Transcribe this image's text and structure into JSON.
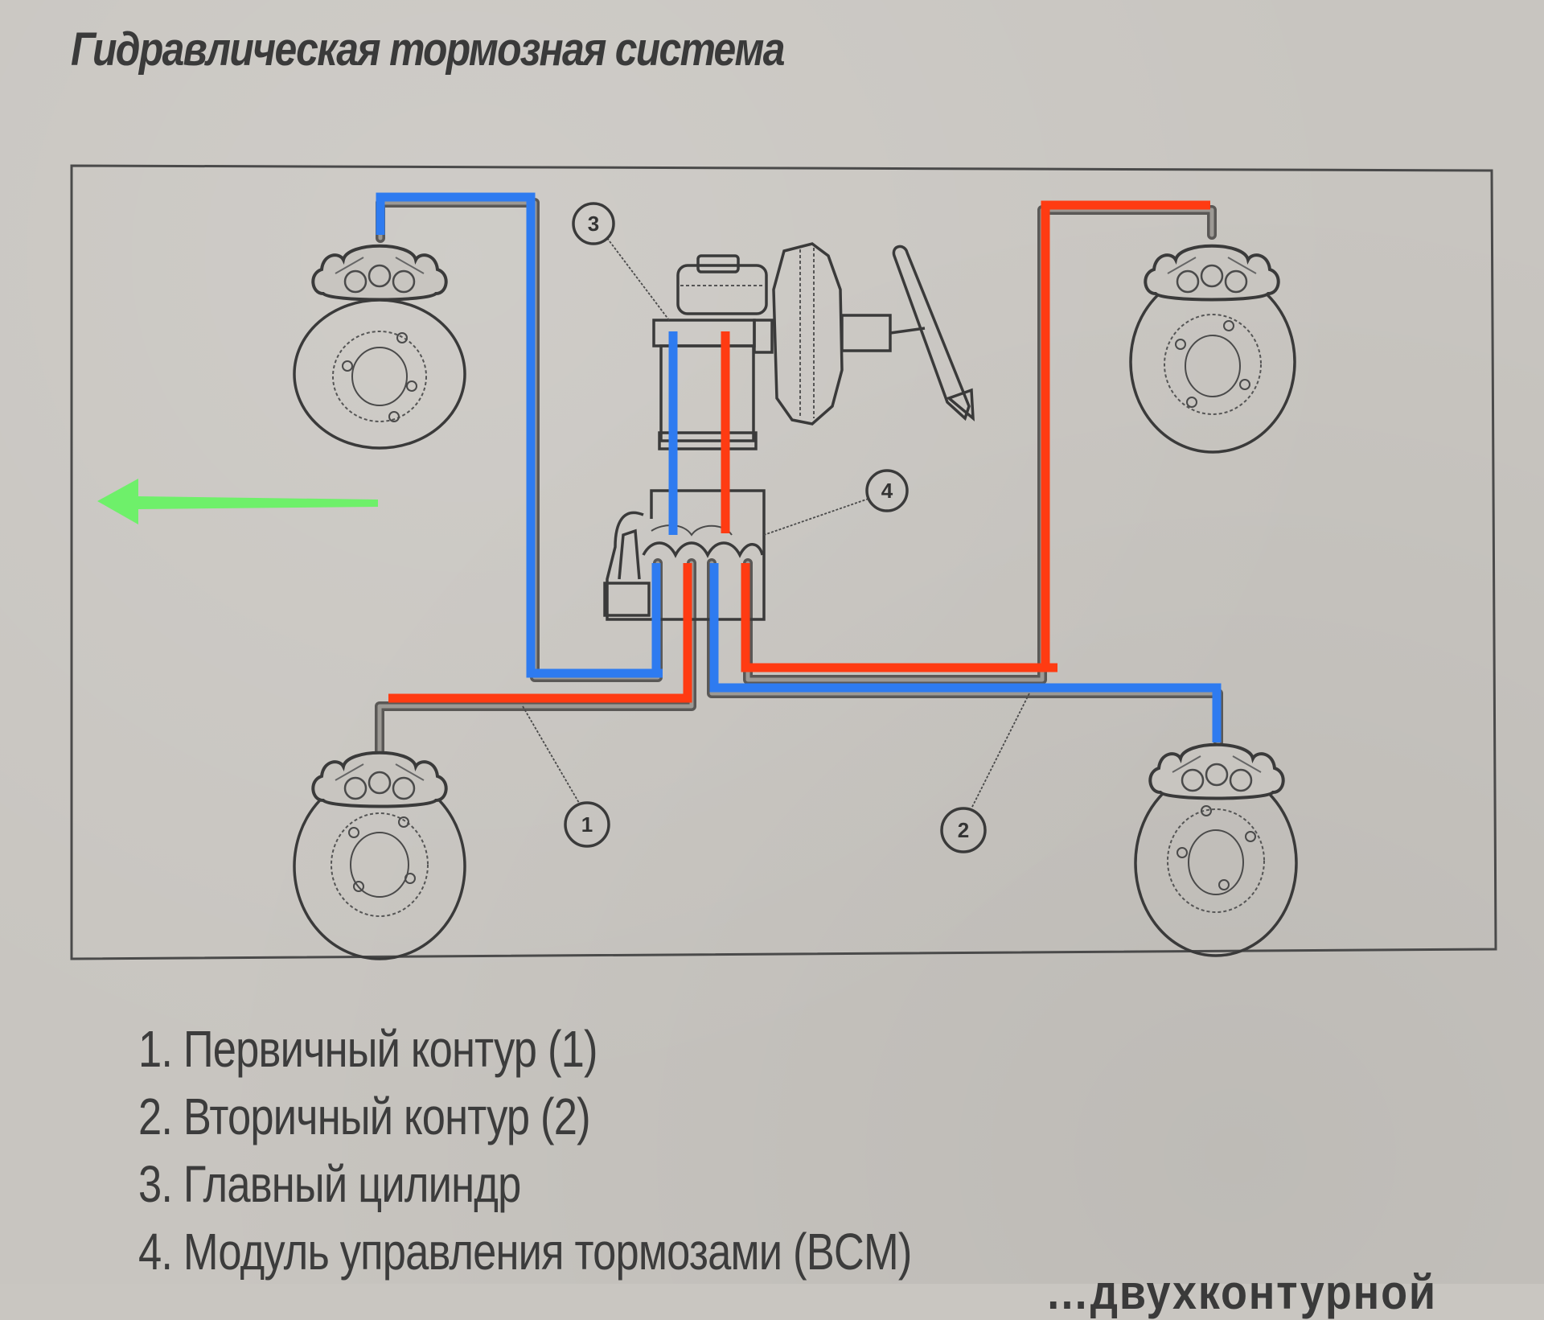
{
  "title": "Гидравлическая тормозная система",
  "colors": {
    "primary_circuit": "#ff3b12",
    "secondary_circuit": "#2e7bf0",
    "direction_arrow": "#6ef06a",
    "ink": "#3a3a3a",
    "paper": "#c8c5c0"
  },
  "diagram": {
    "direction_arrow": {
      "icon": "arrow-left-icon",
      "meaning": "forward"
    },
    "callouts": [
      {
        "id": "1",
        "label": "1"
      },
      {
        "id": "2",
        "label": "2"
      },
      {
        "id": "3",
        "label": "3"
      },
      {
        "id": "4",
        "label": "4"
      }
    ],
    "components": [
      {
        "name": "front-left-brake",
        "icon": "disc-brake-icon"
      },
      {
        "name": "front-right-brake",
        "icon": "disc-brake-icon"
      },
      {
        "name": "rear-left-brake",
        "icon": "disc-brake-icon"
      },
      {
        "name": "rear-right-brake",
        "icon": "disc-brake-icon"
      },
      {
        "name": "master-cylinder",
        "icon": "master-cylinder-icon"
      },
      {
        "name": "brake-booster",
        "icon": "booster-icon"
      },
      {
        "name": "brake-pedal",
        "icon": "pedal-icon"
      },
      {
        "name": "brake-control-module",
        "icon": "abs-module-icon"
      }
    ]
  },
  "legend": [
    {
      "number": "1.",
      "text": "Первичный контур (1)"
    },
    {
      "number": "2.",
      "text": "Вторичный контур (2)"
    },
    {
      "number": "3.",
      "text": "Главный цилиндр"
    },
    {
      "number": "4.",
      "text": "Модуль управления тормозами (BCM)"
    }
  ],
  "cutoff_text": "…двухконтурной"
}
